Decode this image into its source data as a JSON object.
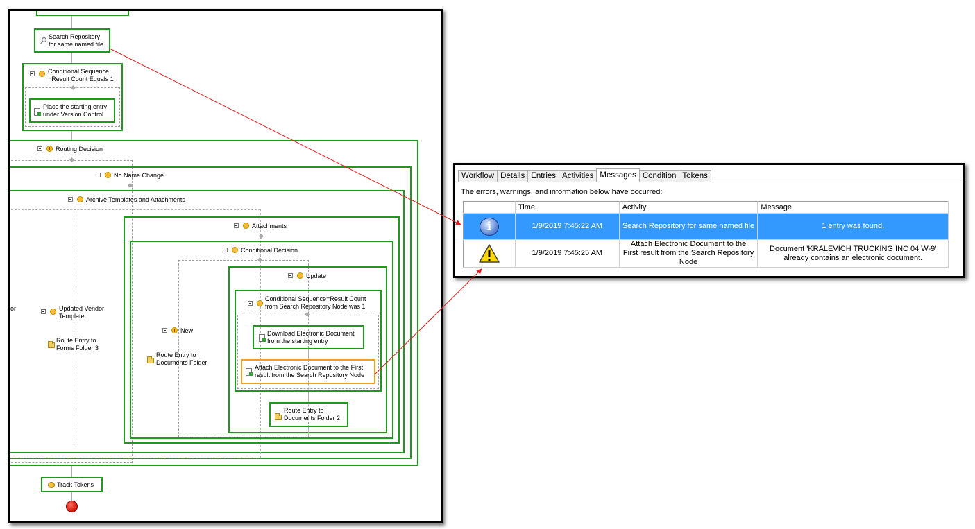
{
  "designer": {
    "search_repository": "Search Repository\nfor same named file",
    "conditional_sequence_1": "Conditional Sequence\n=Result Count Equals 1",
    "place_version_control": "Place the starting entry\nunder Version Control",
    "routing_decision": "Routing Decision",
    "no_name_change": "No Name Change",
    "archive_templates": "Archive Templates and Attachments",
    "attachments": "Attachments",
    "conditional_decision": "Conditional Decision",
    "update": "Update",
    "conditional_sequence_2": "Conditional Sequence=Result Count\nfrom Search Repository Node was 1",
    "download_document": "Download Electronic Document\nfrom the starting entry",
    "attach_document": "Attach Electronic Document to the First\nresult from the Search Repository Node",
    "route_documents_folder_2": "Route Entry to\nDocuments Folder 2",
    "new_branch": "New",
    "route_documents_folder": "Route Entry to\nDocuments Folder",
    "updated_vendor_template": "Updated Vendor\nTemplate",
    "route_forms_folder_3": "Route Entry to\nForms Folder 3",
    "partial_left_label": "or",
    "track_tokens": "Track Tokens"
  },
  "messages_panel": {
    "tabs": [
      "Workflow",
      "Details",
      "Entries",
      "Activities",
      "Messages",
      "Condition",
      "Tokens"
    ],
    "active_tab": "Messages",
    "intro": "The errors, warnings, and information below have occurred:",
    "columns": [
      "",
      "Time",
      "Activity",
      "Message"
    ],
    "rows": [
      {
        "icon": "info-icon",
        "time": "1/9/2019 7:45:22 AM",
        "activity": "Search Repository for same named file",
        "message": "1 entry was found.",
        "selected": true
      },
      {
        "icon": "warning-icon",
        "time": "1/9/2019 7:45:25 AM",
        "activity": "Attach Electronic Document to the First result from the Search Repository Node",
        "message": "Document 'KRALEVICH TRUCKING INC 04 W-9' already contains an electronic document.",
        "selected": false
      }
    ]
  },
  "colors": {
    "activity_border": "#1f9a1f",
    "highlight_border": "#f0a020",
    "selected_row": "#3399ff",
    "annotation_arrow": "#e02020"
  }
}
